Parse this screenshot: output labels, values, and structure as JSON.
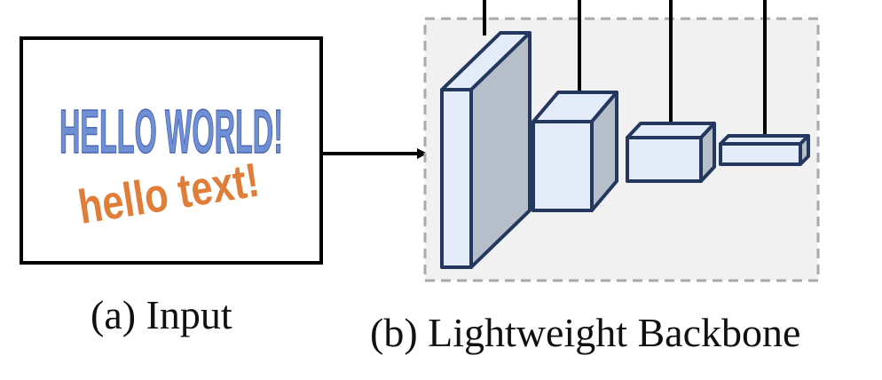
{
  "input_panel": {
    "text_line_1": "HELLO WORLD!",
    "text_line_2": "hello text!",
    "text_line_1_color": "#6f8fd4",
    "text_line_2_color": "#e07d38"
  },
  "backbone": {
    "block_face_color": "#e3ecf8",
    "block_side_color": "#b6bfc9",
    "block_edge_color": "#24375e",
    "panel_background": "#f1f1f1",
    "panel_border_color": "#aaaaaa"
  },
  "captions": {
    "input": "(a) Input",
    "backbone": "(b) Lightweight Backbone"
  }
}
